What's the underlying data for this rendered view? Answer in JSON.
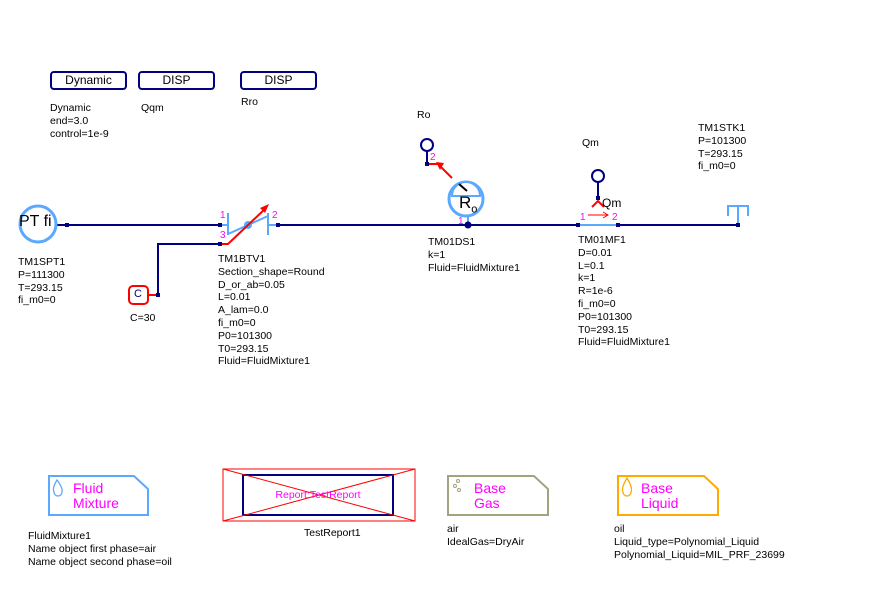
{
  "colors": {
    "wire": "#000080",
    "component": "#5aa9ff",
    "signal": "#ff0000",
    "port_label": "#ff00ff",
    "gas": "#a3a380",
    "liquid": "#ffaa00"
  },
  "buttons": [
    {
      "label": "Dynamic",
      "caption": [
        "Dynamic",
        "end=3.0",
        "control=1e-9"
      ]
    },
    {
      "label": "DISP",
      "caption": [
        "Qqm"
      ]
    },
    {
      "label": "DISP",
      "caption": [
        "Rro"
      ]
    }
  ],
  "components": {
    "spt": {
      "symbol": "PT fi",
      "lines": [
        "TM1SPT1",
        "P=111300",
        "T=293.15",
        "fi_m0=0"
      ]
    },
    "btv": {
      "ports": [
        "1",
        "2",
        "3"
      ],
      "lines": [
        "TM1BTV1",
        "Section_shape=Round",
        "D_or_ab=0.05",
        "L=0.01",
        "A_lam=0.0",
        "fi_m0=0",
        "P0=101300",
        "T0=293.15",
        "Fluid=FluidMixture1"
      ]
    },
    "const": {
      "symbol": "C",
      "lines": [
        "C=30"
      ]
    },
    "ds": {
      "symbol": "R",
      "subscript": "o",
      "ports": [
        "1",
        "2"
      ],
      "lines": [
        "TM01DS1",
        "k=1",
        "Fluid=FluidMixture1"
      ],
      "sensor_label": "Ro"
    },
    "mf": {
      "symbol": "Qm",
      "ports": [
        "1",
        "2"
      ],
      "lines": [
        "TM01MF1",
        "D=0.01",
        "L=0.1",
        "k=1",
        "R=1e-6",
        "fi_m0=0",
        "P0=101300",
        "T0=293.15",
        "Fluid=FluidMixture1"
      ],
      "sensor_label": "Qm"
    },
    "stk": {
      "lines": [
        "TM1STK1",
        "P=101300",
        "T=293.15",
        "fi_m0=0"
      ]
    }
  },
  "bottom": {
    "fluid": {
      "title": [
        "Fluid",
        "Mixture"
      ],
      "lines": [
        "FluidMixture1",
        "Name object first phase=air",
        "Name object second phase=oil"
      ]
    },
    "report": {
      "title": "Report:TestReport",
      "lines": [
        "TestReport1"
      ]
    },
    "gas": {
      "title": [
        "Base",
        "Gas"
      ],
      "lines": [
        "air",
        "IdealGas=DryAir"
      ]
    },
    "liquid": {
      "title": [
        "Base",
        "Liquid"
      ],
      "lines": [
        "oil",
        "Liquid_type=Polynomial_Liquid",
        "Polynomial_Liquid=MIL_PRF_23699"
      ]
    }
  }
}
